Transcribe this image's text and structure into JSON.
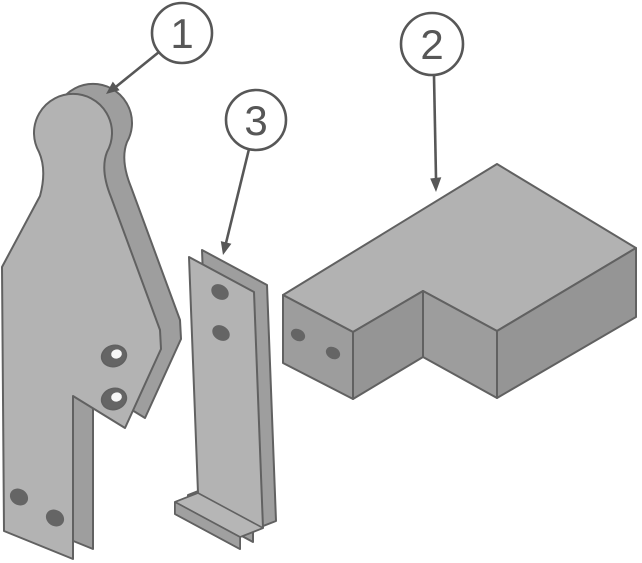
{
  "diagram": {
    "title": "exploded-parts-illustration",
    "background": "#ffffff",
    "colors": {
      "outline": "#616161",
      "face_light": "#b3b3b3",
      "face_top": "#b2b2b2",
      "face_medium": "#9d9d9d",
      "face_dark": "#959595",
      "side_shade": "#9e9e9e",
      "shelf_light": "#b6b6b6",
      "flange_front": "#a0a0a0",
      "hole_dark": "#656565",
      "counterbore_inner": "#f7f7f7",
      "label_fill": "#ffffff",
      "label_stroke": "#575757"
    },
    "callouts": [
      {
        "number": "1",
        "part": "keyhole-bracket"
      },
      {
        "number": "2",
        "part": "l-shaped-block"
      },
      {
        "number": "3",
        "part": "flat-bar-with-foot"
      }
    ]
  }
}
